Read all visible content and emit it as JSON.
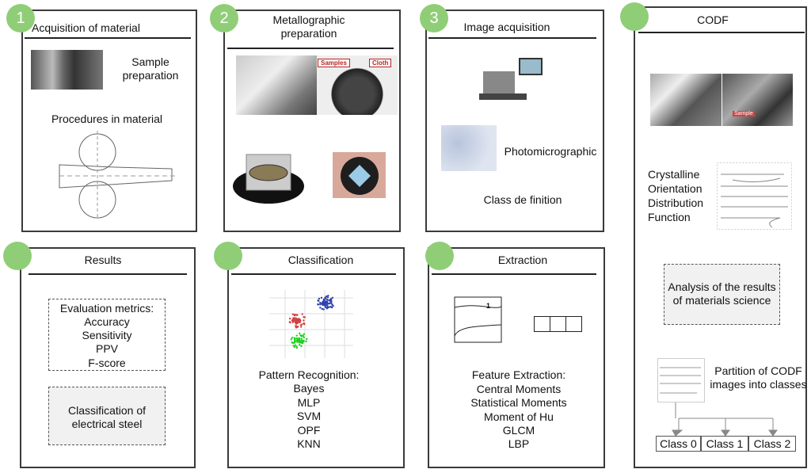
{
  "panels": {
    "acquisition": {
      "number": "1",
      "title": "Acquisition of material",
      "sample": "Sample preparation",
      "procedures": "Procedures in material"
    },
    "metallographic": {
      "number": "2",
      "title": "Metallographic preparation",
      "label_samples": "Samples",
      "label_cloth": "Cloth"
    },
    "image": {
      "number": "3",
      "title": "Image acquisition",
      "photomicrographic": "Photomicrographic",
      "class_definition": "Class de finition"
    },
    "codf": {
      "title": "CODF",
      "photo_label": "Sample",
      "codf_text": "Crystalline Orientation Distribution Function",
      "analysis": "Analysis of the results of materials science",
      "partition": "Partition of CODF images into classes",
      "classes": [
        "Class 0",
        "Class 1",
        "Class 2"
      ]
    },
    "results": {
      "title": "Results",
      "metrics_heading": "Evaluation metrics:",
      "metrics": [
        "Accuracy",
        "Sensitivity",
        "PPV",
        "F-score"
      ],
      "classification_box": "Classification of electrical steel"
    },
    "classification": {
      "title": "Classification",
      "heading": "Pattern Recognition:",
      "methods": [
        "Bayes",
        "MLP",
        "SVM",
        "OPF",
        "KNN"
      ]
    },
    "extraction": {
      "title": "Extraction",
      "heading": "Feature Extraction:",
      "features": [
        "Central Moments",
        "Statistical Moments",
        "Moment of Hu",
        "GLCM",
        "LBP"
      ],
      "marker": "1"
    }
  },
  "colors": {
    "accent": "#8fce77",
    "border": "#3a3a3a"
  }
}
